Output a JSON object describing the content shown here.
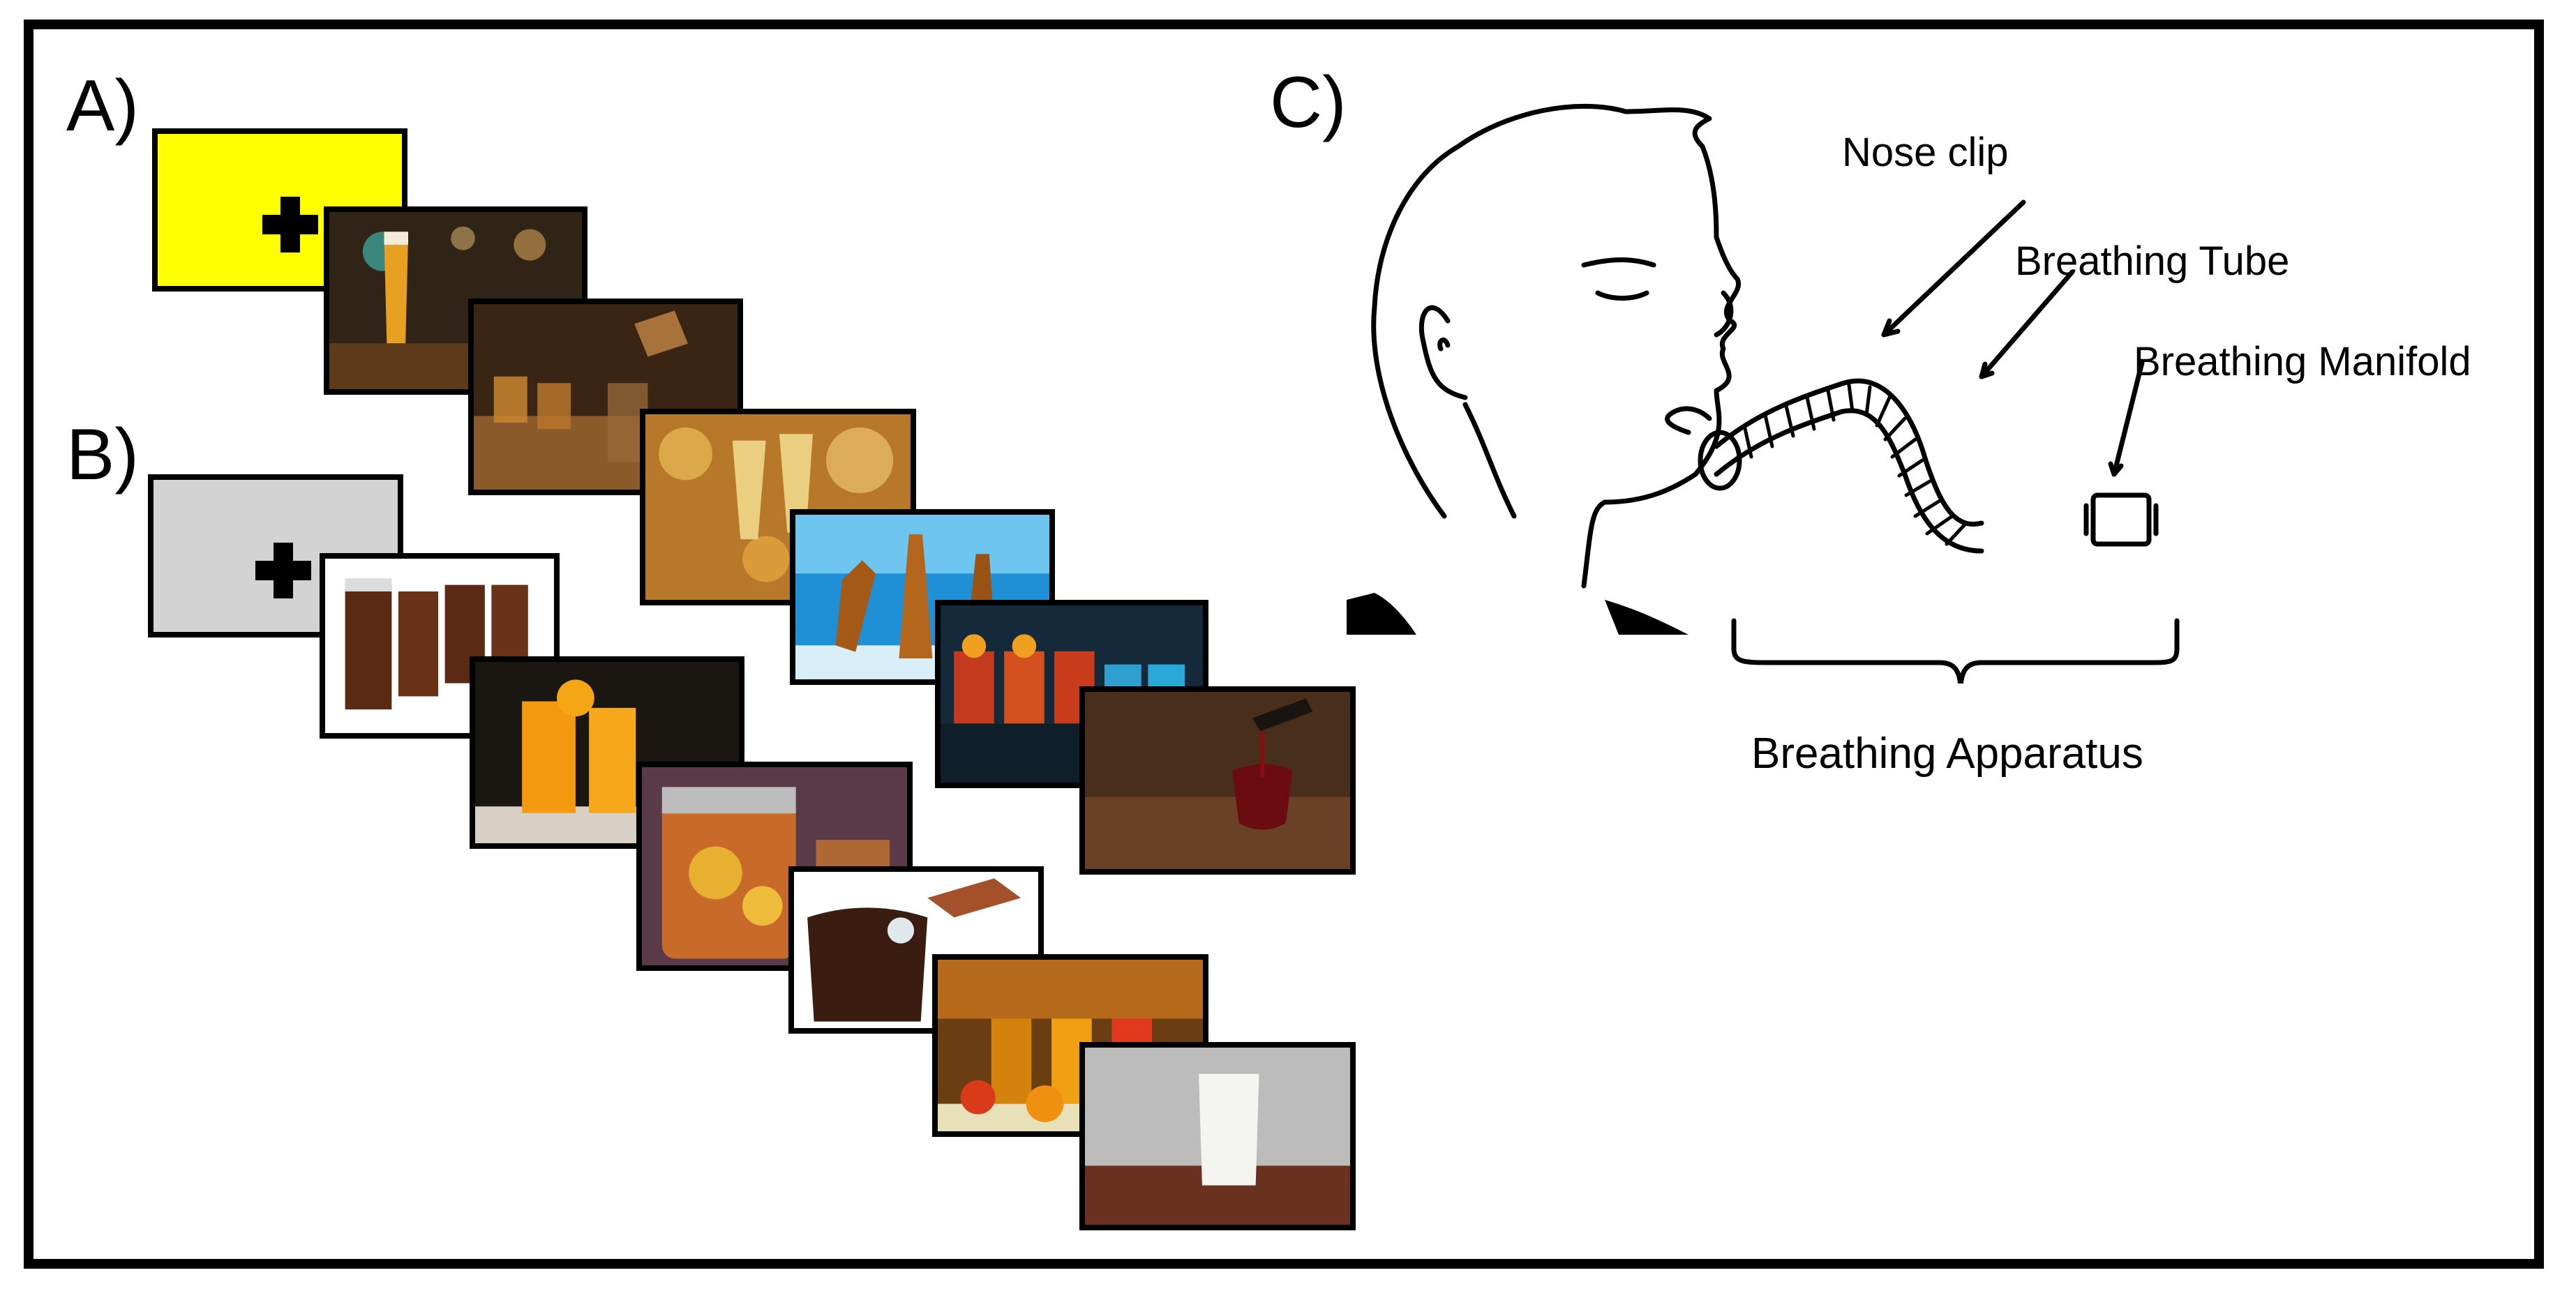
{
  "panels": {
    "a": "A)",
    "b": "B)",
    "c": "C)"
  },
  "fixation": {
    "a_color": "#ffff00",
    "b_color": "#d3d3d3",
    "symbol": "plus-cross"
  },
  "sequence_a": [
    "beer",
    "whiskey",
    "champagne",
    "beer-bottles",
    "shots",
    "red-wine"
  ],
  "sequence_b": [
    "cola",
    "orange-juice",
    "iced-tea",
    "iced-tea-pour",
    "fruit-juices",
    "milk"
  ],
  "apparatus": {
    "nose_clip": "Nose clip",
    "breathing_tube": "Breathing Tube",
    "breathing_manifold": "Breathing Manifold",
    "breathing_apparatus": "Breathing Apparatus"
  }
}
